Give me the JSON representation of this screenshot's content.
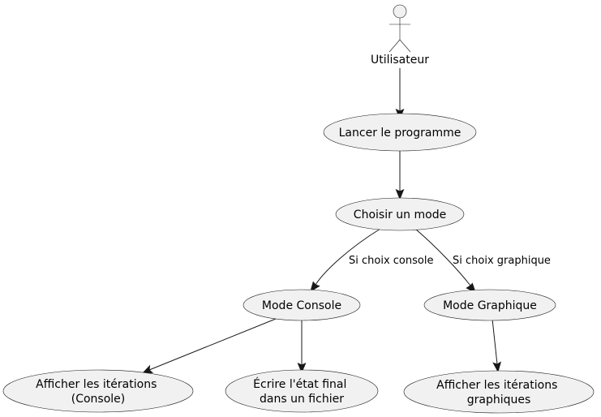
{
  "actor": {
    "label": "Utilisateur"
  },
  "use_cases": {
    "lancer": [
      "Lancer le programme"
    ],
    "choisir": [
      "Choisir un mode"
    ],
    "console": [
      "Mode Console"
    ],
    "graphique": [
      "Mode Graphique"
    ],
    "afficher_console": [
      "Afficher les itérations",
      "(Console)"
    ],
    "ecrire": [
      "Écrire l'état final",
      "dans un fichier"
    ],
    "afficher_graphique": [
      "Afficher les itérations",
      "graphiques"
    ]
  },
  "edge_labels": {
    "to_console": "Si choix console",
    "to_graphique": "Si choix graphique"
  },
  "colors": {
    "shape_fill": "#f1f1f1",
    "stroke": "#181818",
    "text": "#000000",
    "background": "#ffffff"
  }
}
